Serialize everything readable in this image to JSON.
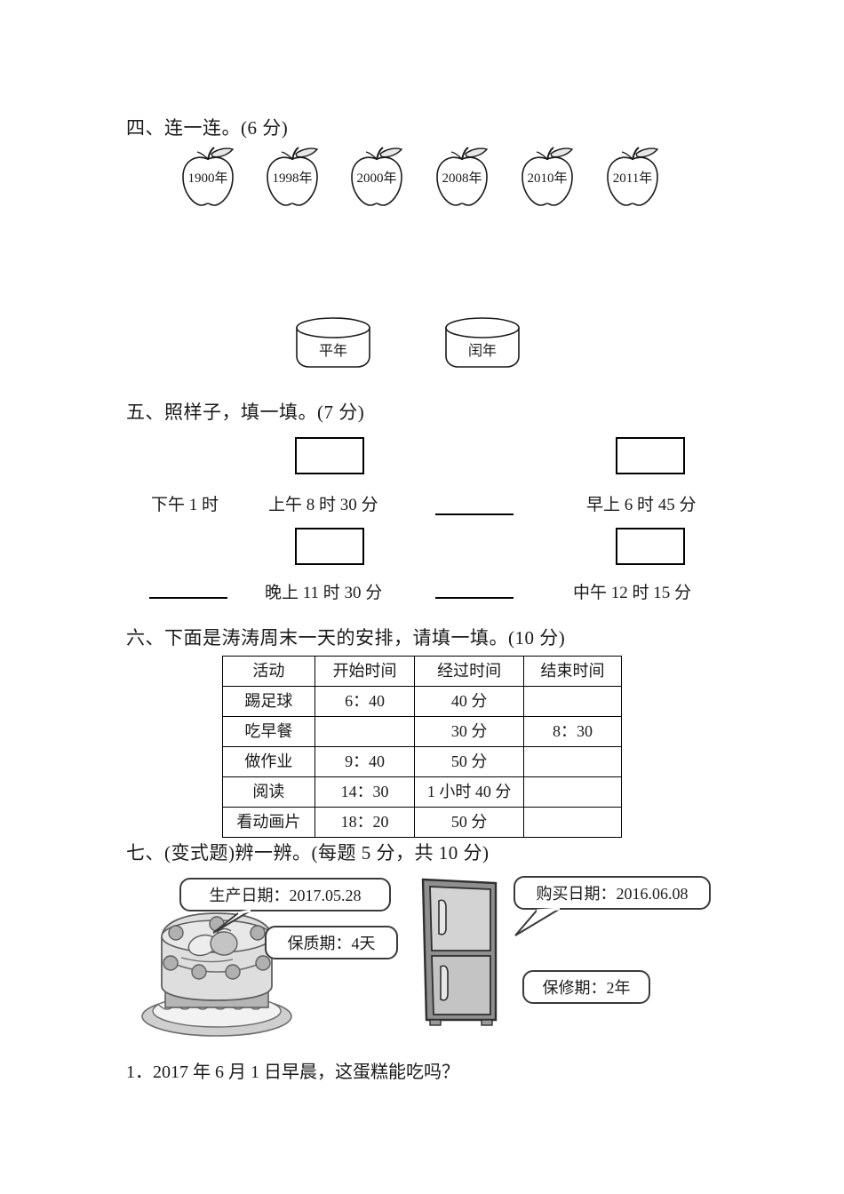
{
  "sections": {
    "four": {
      "heading": "四、连一连。(6 分)",
      "apples": [
        {
          "label": "1900年"
        },
        {
          "label": "1998年"
        },
        {
          "label": "2000年"
        },
        {
          "label": "2008年"
        },
        {
          "label": "2010年"
        },
        {
          "label": "2011年"
        }
      ],
      "baskets": [
        {
          "label": "平年"
        },
        {
          "label": "闰年"
        }
      ]
    },
    "five": {
      "heading": "五、照样子，填一填。(7 分)",
      "row1": [
        {
          "text": "下午 1 时",
          "box": false,
          "blank": false
        },
        {
          "text": "上午 8 时 30 分",
          "box": true,
          "blank": false
        },
        {
          "text": "",
          "box": false,
          "blank": true
        },
        {
          "text": "早上 6 时 45 分",
          "box": true,
          "blank": false
        }
      ],
      "row2": [
        {
          "text": "",
          "box": false,
          "blank": true
        },
        {
          "text": "晚上 11 时 30 分",
          "box": true,
          "blank": false
        },
        {
          "text": "",
          "box": false,
          "blank": true
        },
        {
          "text": "中午 12 时 15 分",
          "box": true,
          "blank": false
        }
      ]
    },
    "six": {
      "heading": "六、下面是涛涛周末一天的安排，请填一填。(10 分)",
      "table": {
        "headers": [
          "活动",
          "开始时间",
          "经过时间",
          "结束时间"
        ],
        "rows": [
          {
            "activity": "踢足球",
            "start": "6：40",
            "elapsed": "40 分",
            "end": ""
          },
          {
            "activity": "吃早餐",
            "start": "",
            "elapsed": "30 分",
            "end": "8：30"
          },
          {
            "activity": "做作业",
            "start": "9：40",
            "elapsed": "50 分",
            "end": ""
          },
          {
            "activity": "阅读",
            "start": "14：30",
            "elapsed": "1 小时 40 分",
            "end": ""
          },
          {
            "activity": "看动画片",
            "start": "18：20",
            "elapsed": "50 分",
            "end": ""
          }
        ]
      }
    },
    "seven": {
      "heading": "七、(变式题)辨一辨。(每题 5 分，共 10 分)",
      "cake_bubbles": [
        {
          "label": "生产日期：2017.05.28"
        },
        {
          "label": "保质期：4天"
        }
      ],
      "fridge_bubbles": [
        {
          "label": "购买日期：2016.06.08"
        },
        {
          "label": "保修期：2年"
        }
      ],
      "question": "1．2017 年 6 月 1 日早晨，这蛋糕能吃吗？"
    }
  },
  "colors": {
    "ink": "#1a1a1a",
    "line": "#000000",
    "bubble_border": "#3a3a3a",
    "cake_light": "#dedede",
    "cake_mid": "#bdbdbd",
    "cake_dark": "#9a9a9a",
    "fridge_light": "#d9d9d9",
    "fridge_mid": "#bcbcbc",
    "fridge_dark": "#8f8f8f"
  }
}
